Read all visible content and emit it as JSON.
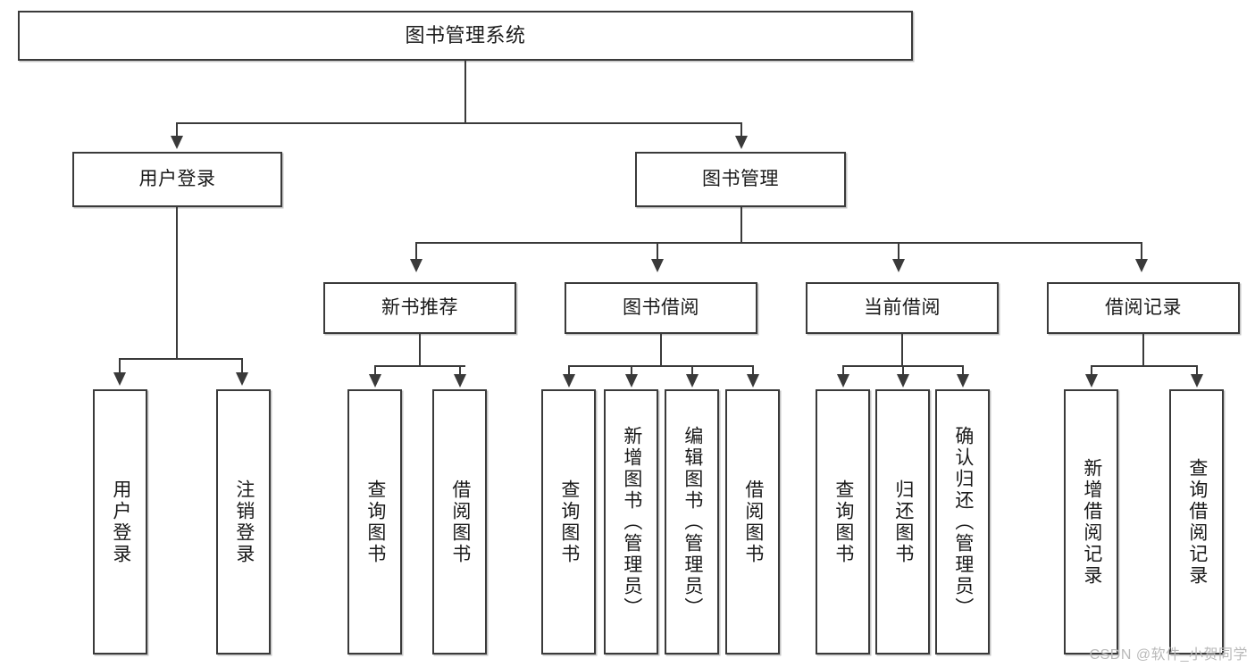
{
  "diagram": {
    "title": "图书管理系统",
    "watermark": "CSDN @软件_小贺同学"
  },
  "root": {
    "label": "图书管理系统"
  },
  "level2": [
    {
      "label": "用户登录"
    },
    {
      "label": "图书管理"
    }
  ],
  "level3": [
    {
      "label": "新书推荐"
    },
    {
      "label": "图书借阅"
    },
    {
      "label": "当前借阅"
    },
    {
      "label": "借阅记录"
    }
  ],
  "leaves": {
    "user_login": [
      {
        "label": "用户登录"
      },
      {
        "label": "注销登录"
      }
    ],
    "new_book": [
      {
        "label": "查询图书"
      },
      {
        "label": "借阅图书"
      }
    ],
    "book_borrow": [
      {
        "label": "查询图书"
      },
      {
        "label": "新增图书（管理员）"
      },
      {
        "label": "编辑图书（管理员）"
      },
      {
        "label": "借阅图书"
      }
    ],
    "current_borrow": [
      {
        "label": "查询图书"
      },
      {
        "label": "归还图书"
      },
      {
        "label": "确认归还（管理员）"
      }
    ],
    "borrow_record": [
      {
        "label": "新增借阅记录"
      },
      {
        "label": "查询借阅记录"
      }
    ]
  },
  "colors": {
    "stroke": "#3a3a3a",
    "fill": "#ffffff",
    "text": "#1a1a1a",
    "watermark": "#b9b9b9"
  }
}
